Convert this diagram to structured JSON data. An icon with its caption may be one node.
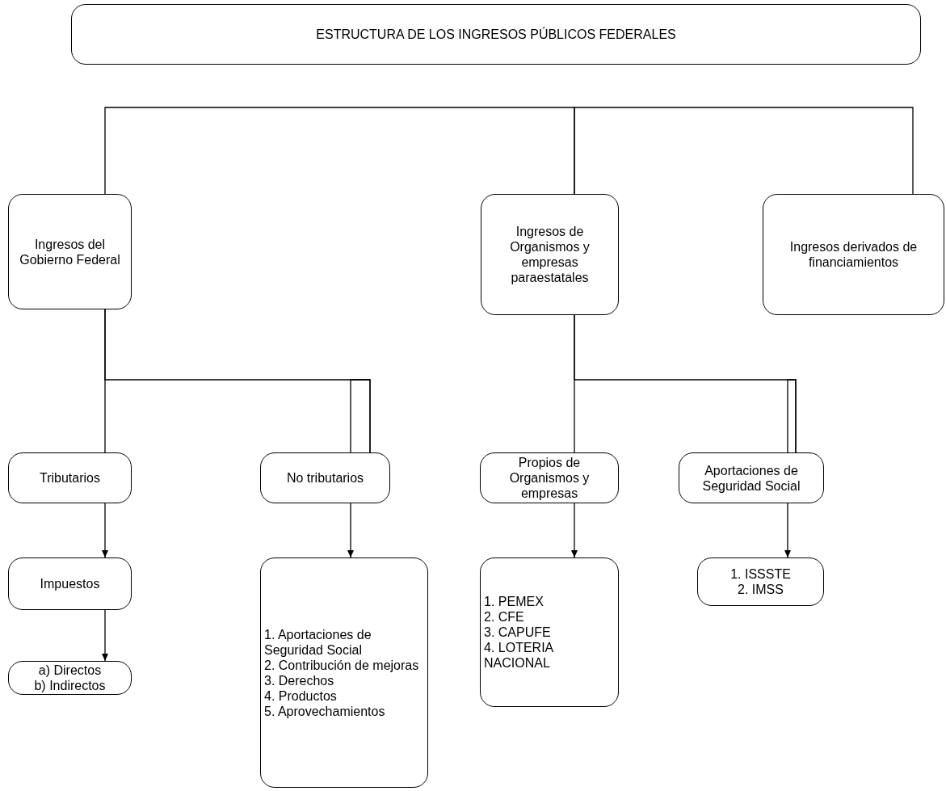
{
  "diagram": {
    "title": "ESTRUCTURA DE LOS INGRESOS PÚBLICOS FEDERALES",
    "nodes": [
      {
        "text": [
          "Ingresos del Gobierno Federal"
        ]
      },
      {
        "text": [
          "Ingresos de Organismos y empresas paraestatales"
        ]
      },
      {
        "text": [
          "Ingresos derivados de financiamientos"
        ]
      },
      {
        "text": [
          "Tributarios"
        ]
      },
      {
        "text": [
          "No tributarios"
        ]
      },
      {
        "text": [
          "Propios de Organismos y empresas"
        ]
      },
      {
        "text": [
          "Aportaciones de Seguridad Social"
        ]
      },
      {
        "text": [
          "Impuestos"
        ]
      },
      {
        "text": [
          "1. Aportaciones de Seguridad Social",
          "2. Contribución de mejoras",
          "3. Derechos",
          "4. Productos",
          "5. Aprovechamientos"
        ]
      },
      {
        "text": [
          "1. PEMEX",
          "2. CFE",
          "3. CAPUFE",
          "4. LOTERIA NACIONAL"
        ]
      },
      {
        "text": [
          "1. ISSSTE",
          "2. IMSS"
        ]
      },
      {
        "text": [
          "a) Directos",
          "b) Indirectos"
        ]
      }
    ],
    "edges": [
      {
        "from": 0,
        "to": 1,
        "arrow": "none"
      },
      {
        "from": 1,
        "to": 2,
        "arrow": "none"
      },
      {
        "from": 0,
        "to": 3,
        "arrow": "none"
      },
      {
        "from": 0,
        "to": 4,
        "arrow": "none"
      },
      {
        "from": 1,
        "to": 5,
        "arrow": "none"
      },
      {
        "from": 1,
        "to": 6,
        "arrow": "none"
      },
      {
        "from": 3,
        "to": 7,
        "arrow": "to"
      },
      {
        "from": 4,
        "to": 8,
        "arrow": "to"
      },
      {
        "from": 5,
        "to": 9,
        "arrow": "to"
      },
      {
        "from": 6,
        "to": 10,
        "arrow": "to"
      },
      {
        "from": 7,
        "to": 11,
        "arrow": "to"
      }
    ]
  }
}
